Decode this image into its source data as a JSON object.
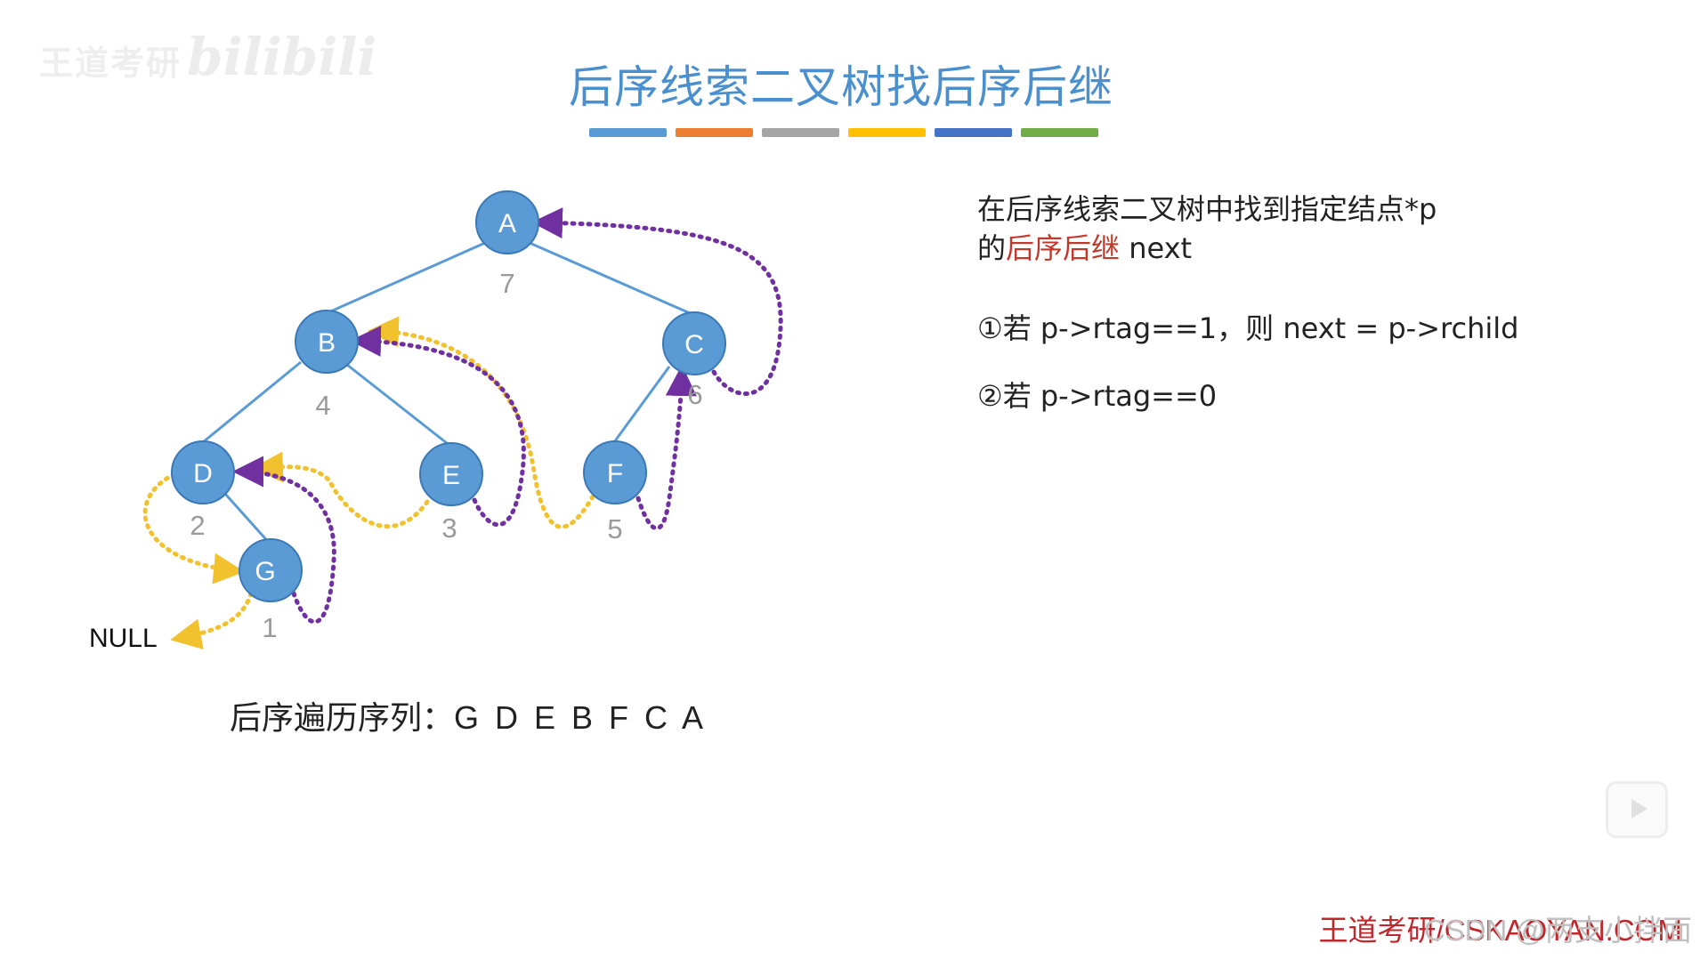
{
  "title": "后序线索二叉树找后序后继",
  "colors": {
    "title": "#4a8fce",
    "node": "#5b9bd5",
    "edge": "#5b9bd5",
    "purple_thread": "#7030a0",
    "yellow_thread": "#f2c12e",
    "footer": "#c0272d"
  },
  "title_bars": [
    "#5b9bd5",
    "#ed7d31",
    "#a5a5a5",
    "#ffc000",
    "#4472c4",
    "#70ad47"
  ],
  "watermark": {
    "left": "王道考研",
    "right": "bilibili"
  },
  "tree": {
    "nodes": [
      {
        "id": "A",
        "order": "7"
      },
      {
        "id": "B",
        "order": "4"
      },
      {
        "id": "C",
        "order": "6"
      },
      {
        "id": "D",
        "order": "2"
      },
      {
        "id": "E",
        "order": "3"
      },
      {
        "id": "F",
        "order": "5"
      },
      {
        "id": "G",
        "order": "1"
      }
    ],
    "null_label": "NULL"
  },
  "sequence": {
    "label": "后序遍历序列：",
    "value": "G D E B F C A"
  },
  "description": {
    "line1": "在后序线索二叉树中找到指定结点*p",
    "line2_prefix": "的",
    "line2_highlight": "后序后继",
    "line2_suffix": " next",
    "rule1": "①若 p->rtag==1，则 next = p->rchild",
    "rule2": "②若 p->rtag==0"
  },
  "footer": {
    "main": "王道考研/CSKAOYAN.COM",
    "overlay": "CSDN @两支小拌面"
  },
  "play_icon": "play-icon"
}
